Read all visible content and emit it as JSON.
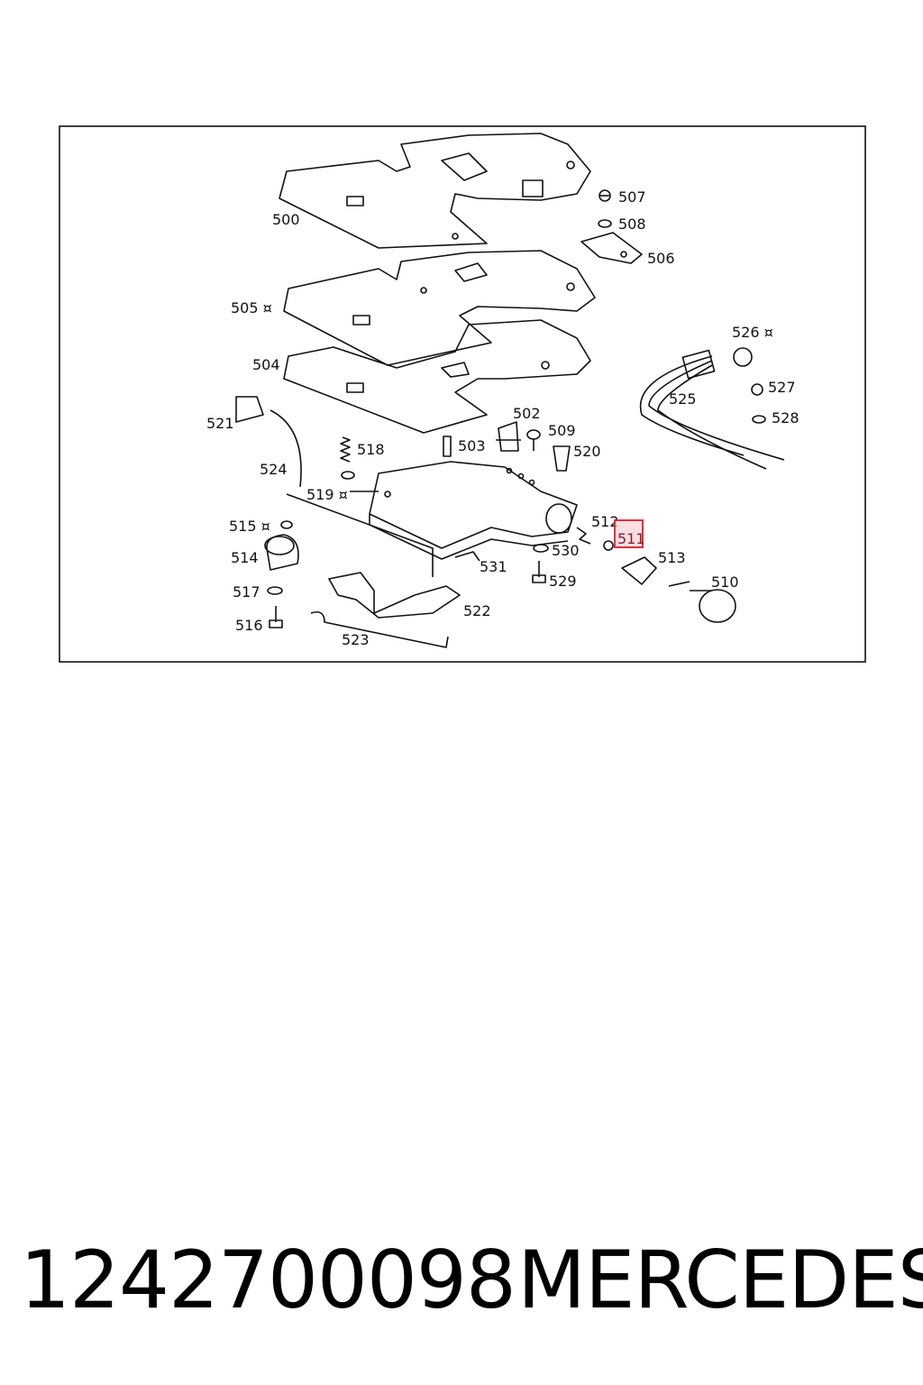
{
  "diagram": {
    "labels": {
      "p500": "500",
      "p502": "502",
      "p503": "503",
      "p504": "504",
      "p505": "505 ¤",
      "p506": "506",
      "p507": "507",
      "p508": "508",
      "p509": "509",
      "p510": "510",
      "p511": "511",
      "p512": "512",
      "p513": "513",
      "p514": "514",
      "p515": "515 ¤",
      "p516": "516",
      "p517": "517",
      "p518": "518",
      "p519": "519 ¤",
      "p520": "520",
      "p521": "521",
      "p522": "522",
      "p523": "523",
      "p524": "524",
      "p525": "525",
      "p526": "526 ¤",
      "p527": "527",
      "p528": "528",
      "p529": "529",
      "p530": "530",
      "p531": "531"
    },
    "highlighted_part": "511",
    "highlight_color": "#e0303a"
  },
  "caption": {
    "part_number": "1242700098",
    "brand": "MERCEDES"
  }
}
